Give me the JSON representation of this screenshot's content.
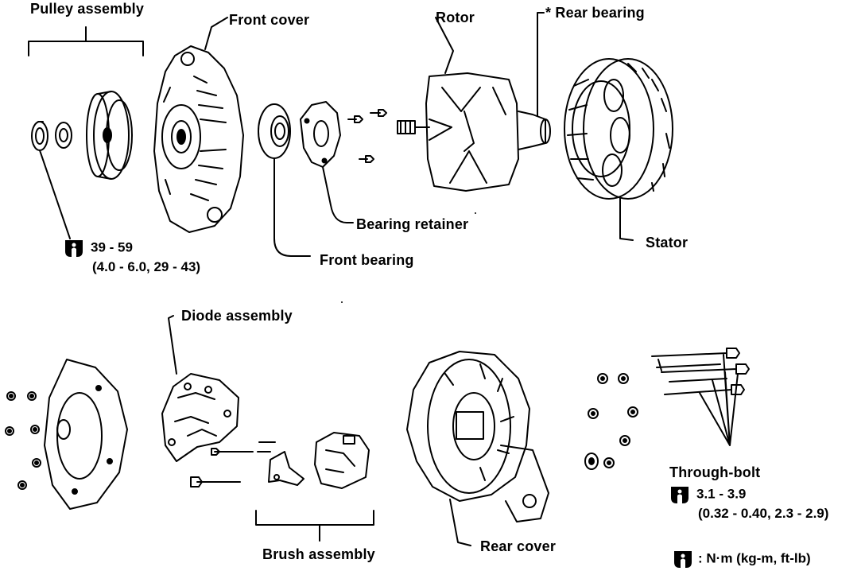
{
  "labels": {
    "pulley_assembly": "Pulley assembly",
    "front_cover": "Front cover",
    "rotor": "Rotor",
    "rear_bearing": "* Rear bearing",
    "bearing_retainer": "Bearing retainer",
    "front_bearing": "Front bearing",
    "stator": "Stator",
    "diode_assembly": "Diode assembly",
    "brush_assembly": "Brush assembly",
    "rear_cover": "Rear cover",
    "through_bolt": "Through-bolt"
  },
  "torques": {
    "pulley_nut": {
      "main": "39 - 59",
      "alt": "(4.0 - 6.0, 29 - 43)"
    },
    "through_bolt": {
      "main": "3.1 - 3.9",
      "alt": "(0.32 - 0.40, 2.3 - 2.9)"
    }
  },
  "legend": {
    "text": ": N·m (kg-m, ft-lb)",
    "icon": "torque-wrench-icon"
  },
  "colors": {
    "ink": "#000000",
    "paper": "#ffffff"
  }
}
